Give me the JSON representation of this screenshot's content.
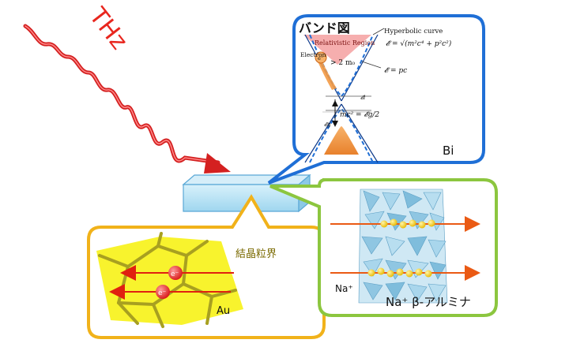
{
  "thz": {
    "label": "THz"
  },
  "band_panel": {
    "title": "バンド図",
    "relativistic": "Relativistic Region",
    "hyperbolic": "Hyperbolic curve",
    "eq_hyper": "𝓔 = √(m²c⁴ + p²c²)",
    "eq_linear": "𝓔 = pc",
    "electron": "Electron",
    "electron_mass": "> 2 m₀",
    "e_symbol": "e⁻",
    "gap_eq": "mc² = 𝓔g/2",
    "eps_l": "𝓔l",
    "eps_g": "𝓔g",
    "material": "Bi"
  },
  "grain_panel": {
    "label": "結晶粒界",
    "electron": "e⁻",
    "material": "Au"
  },
  "alumina_panel": {
    "ion": "Na⁺",
    "material": "Na⁺ β-アルミナ"
  },
  "colors": {
    "thz_red": "#d42020",
    "bi_border": "#1f6fd6",
    "au_border": "#f1b21a",
    "alumina_border": "#8cc63f",
    "grain_fill": "#f7f21b",
    "grain_line": "#a8a020",
    "arrow_red": "#e02010",
    "sample_fill": "#a9dcf3",
    "relativistic_fill": "#f5a0a0",
    "cone_orange": "#f39a45",
    "ion_yellow": "#f5d21a",
    "ion_arrow": "#ea5a14"
  }
}
